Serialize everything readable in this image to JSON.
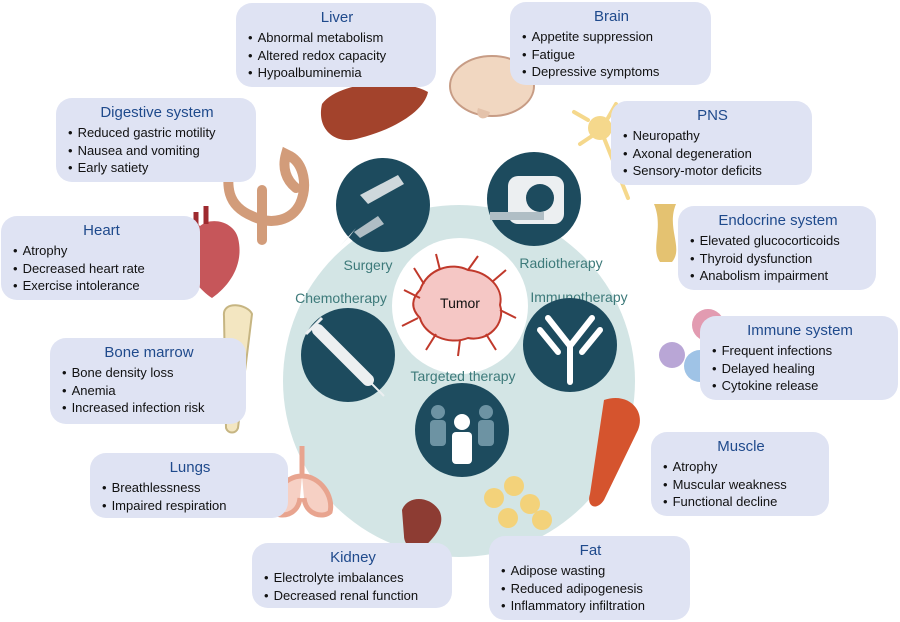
{
  "center": {
    "tumor_label": "Tumor",
    "therapies": {
      "surgery": "Surgery",
      "radiotherapy": "Radiotherapy",
      "chemotherapy": "Chemotherapy",
      "immunotherapy": "Immunotherapy",
      "targeted": "Targeted therapy"
    }
  },
  "organs": {
    "liver": {
      "title": "Liver",
      "items": [
        "Abnormal metabolism",
        "Altered redox capacity",
        "Hypoalbuminemia"
      ]
    },
    "brain": {
      "title": "Brain",
      "items": [
        "Appetite suppression",
        "Fatigue",
        "Depressive symptoms"
      ]
    },
    "digestive": {
      "title": "Digestive system",
      "items": [
        "Reduced gastric motility",
        "Nausea and vomiting",
        "Early satiety"
      ]
    },
    "pns": {
      "title": "PNS",
      "items": [
        "Neuropathy",
        "Axonal degeneration",
        "Sensory-motor deficits"
      ]
    },
    "heart": {
      "title": "Heart",
      "items": [
        "Atrophy",
        "Decreased heart rate",
        "Exercise intolerance"
      ]
    },
    "endocrine": {
      "title": "Endocrine system",
      "items": [
        "Elevated glucocorticoids",
        "Thyroid dysfunction",
        "Anabolism impairment"
      ]
    },
    "bone_marrow": {
      "title": "Bone marrow",
      "items": [
        "Bone density loss",
        "Anemia",
        "Increased infection risk"
      ]
    },
    "immune": {
      "title": "Immune system",
      "items": [
        "Frequent infections",
        "Delayed healing",
        "Cytokine release"
      ]
    },
    "muscle": {
      "title": "Muscle",
      "items": [
        "Atrophy",
        "Muscular weakness",
        "Functional decline"
      ]
    },
    "lungs": {
      "title": "Lungs",
      "items": [
        "Breathlessness",
        "Impaired respiration"
      ]
    },
    "kidney": {
      "title": "Kidney",
      "items": [
        "Electrolyte imbalances",
        "Decreased renal function"
      ]
    },
    "fat": {
      "title": "Fat",
      "items": [
        "Adipose wasting",
        "Reduced adipogenesis",
        "Inflammatory infiltration"
      ]
    }
  }
}
